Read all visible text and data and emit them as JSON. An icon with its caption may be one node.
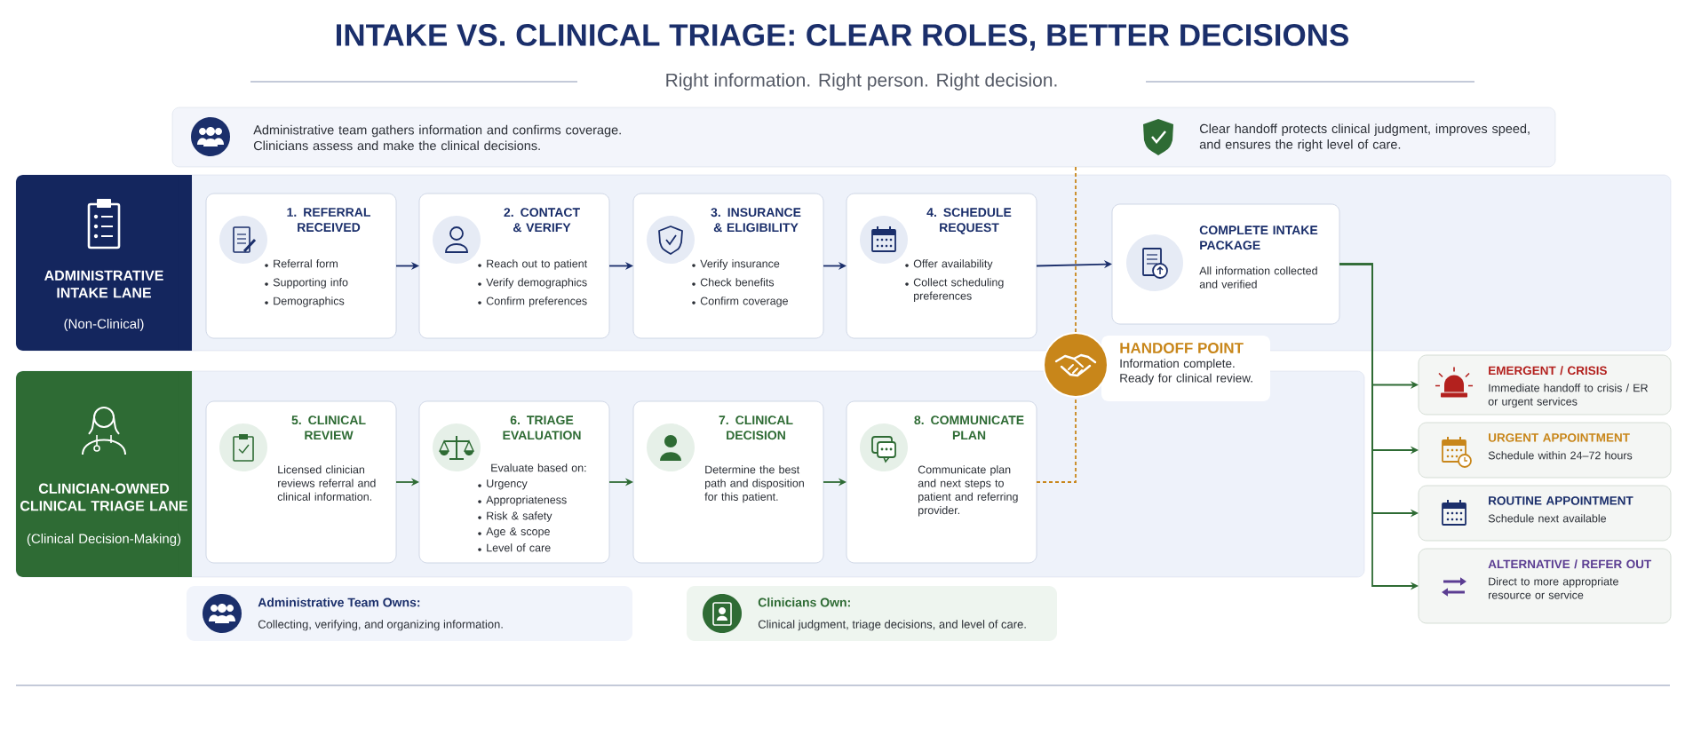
{
  "diagram": {
    "title": "INTAKE VS. CLINICAL TRIAGE: CLEAR ROLES, BETTER DECISIONS",
    "nodes": [
      {
        "text": [
          "Administrative team gathers information and confirms coverage. Clinicians assess and make the clinical decisions.",
          "Clear handoff protects clinical judgment, improves speed, and ensures the right level of care."
        ]
      },
      {
        "text": [
          "ADMINISTRATIVE INTAKE LANE",
          "(Non-Clinical)"
        ]
      },
      {
        "text": [
          "1. REFERRAL RECEIVED",
          "Referral form",
          "Supporting info",
          "Demographics"
        ],
        "in": 1
      },
      {
        "text": [
          "2. CONTACT & VERIFY",
          "Reach out to patient",
          "Verify demographics",
          "Confirm preferences"
        ],
        "in": 1
      },
      {
        "text": [
          "3. INSURANCE & ELIGIBILITY",
          "Verify insurance",
          "Check benefits",
          "Confirm coverage"
        ],
        "in": 1
      },
      {
        "text": [
          "4. SCHEDULE REQUEST",
          "Offer availability",
          "Collect scheduling preferences"
        ],
        "in": 1
      },
      {
        "text": [
          "COMPLETE INTAKE PACKAGE",
          "All information collected and verified"
        ],
        "in": 1
      },
      {
        "text": [
          "HANDOFF POINT",
          "Information complete. Ready for clinical review."
        ]
      },
      {
        "text": [
          "CLINICIAN-OWNED CLINICAL TRIAGE LANE",
          "(Clinical Decision-Making)"
        ]
      },
      {
        "text": [
          "5. CLINICAL REVIEW",
          "Licensed clinician reviews referral and clinical information."
        ],
        "in": 8
      },
      {
        "text": [
          "6. TRIAGE EVALUATION",
          "Evaluate based on:",
          "Urgency",
          "Appropriateness",
          "Risk & safety",
          "Age & scope",
          "Level of care"
        ],
        "in": 8
      },
      {
        "text": [
          "7. CLINICAL DECISION",
          "Determine the best path and disposition for this patient."
        ],
        "in": 8
      },
      {
        "text": [
          "8. COMMUNICATE PLAN",
          "Communicate plan and next steps to patient and referring provider."
        ],
        "in": 8
      },
      {
        "text": [
          "EMERGENT / CRISIS",
          "Immediate handoff to crisis / ER or urgent services"
        ]
      },
      {
        "text": [
          "URGENT APPOINTMENT",
          "Schedule within 24–72 hours"
        ]
      },
      {
        "text": [
          "ROUTINE APPOINTMENT",
          "Schedule next available"
        ]
      },
      {
        "text": [
          "ALTERNATIVE / REFER OUT",
          "Direct to more appropriate resource or service"
        ]
      },
      {
        "text": [
          "Administrative Team Owns:",
          "Collecting, verifying, and organizing information."
        ]
      },
      {
        "text": [
          "Clinicians Own:",
          "Clinical judgment, triage decisions, and level of care."
        ]
      }
    ],
    "edges": [
      {
        "from": 2,
        "to": 3,
        "arrow": "to",
        "color": "#1b2f6b"
      },
      {
        "from": 3,
        "to": 4,
        "arrow": "to",
        "color": "#1b2f6b"
      },
      {
        "from": 4,
        "to": 5,
        "arrow": "to",
        "color": "#1b2f6b"
      },
      {
        "from": 5,
        "to": 6,
        "arrow": "to",
        "color": "#1b2f6b"
      },
      {
        "from": 9,
        "to": 10,
        "arrow": "to"
      },
      {
        "from": 10,
        "to": 11,
        "arrow": "to"
      },
      {
        "from": 11,
        "to": 12,
        "arrow": "to"
      },
      {
        "from": 12,
        "to": 7,
        "arrow": "none",
        "style": "dashed",
        "color": "#c8861a"
      },
      {
        "from": 0,
        "to": 7,
        "arrow": "none",
        "style": "dashed",
        "color": "#c8861a"
      },
      {
        "from": 6,
        "to": 13,
        "arrow": "to"
      },
      {
        "from": 6,
        "to": 14,
        "arrow": "to"
      },
      {
        "from": 6,
        "to": 15,
        "arrow": "to"
      },
      {
        "from": 6,
        "to": 16,
        "arrow": "to"
      }
    ],
    "labels": [
      "Right information. Right person. Right decision."
    ]
  }
}
